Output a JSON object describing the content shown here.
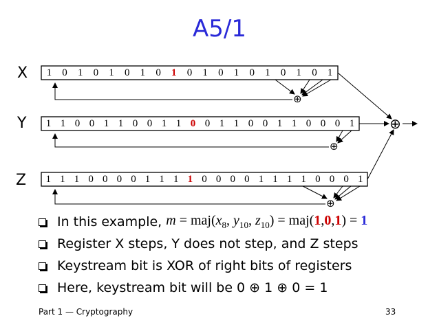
{
  "title": "A5/1",
  "registers": [
    {
      "label": "X",
      "bits": [
        "1",
        "0",
        "1",
        "0",
        "1",
        "0",
        "1",
        "0",
        "1",
        "0",
        "1",
        "0",
        "1",
        "0",
        "1",
        "0",
        "1",
        "0",
        "1"
      ],
      "highlight": 8
    },
    {
      "label": "Y",
      "bits": [
        "1",
        "1",
        "0",
        "0",
        "1",
        "1",
        "0",
        "0",
        "1",
        "1",
        "0",
        "0",
        "1",
        "1",
        "0",
        "0",
        "1",
        "1",
        "0",
        "0",
        "0",
        "1"
      ],
      "highlight": 10
    },
    {
      "label": "Z",
      "bits": [
        "1",
        "1",
        "1",
        "0",
        "0",
        "0",
        "0",
        "1",
        "1",
        "1",
        "1",
        "0",
        "0",
        "0",
        "0",
        "1",
        "1",
        "1",
        "1",
        "0",
        "0",
        "0",
        "1"
      ],
      "highlight": 10
    }
  ],
  "xor_symbol": "⊕",
  "bullets": {
    "b1_prefix": "In this example, ",
    "b1_m": "m",
    "b1_eq1": " = maj(",
    "b1_x": "x",
    "b1_x_sub": "8",
    "b1_sep1": ", ",
    "b1_y": "y",
    "b1_y_sub": "10",
    "b1_sep2": ", ",
    "b1_z": "z",
    "b1_z_sub": "10",
    "b1_eq2": ") = maj(",
    "b1_v1": "1",
    "b1_c1": ",",
    "b1_v2": "0",
    "b1_c2": ",",
    "b1_v3": "1",
    "b1_eq3": ") = ",
    "b1_result": "1",
    "b2": "Register X steps, Y does not step, and Z steps",
    "b3": "Keystream bit is XOR of right bits of registers",
    "b4": "Here, keystream bit will be 0 ⊕ 1 ⊕ 0 = 1"
  },
  "footer": {
    "left": "Part 1 — Cryptography",
    "page": "33"
  }
}
